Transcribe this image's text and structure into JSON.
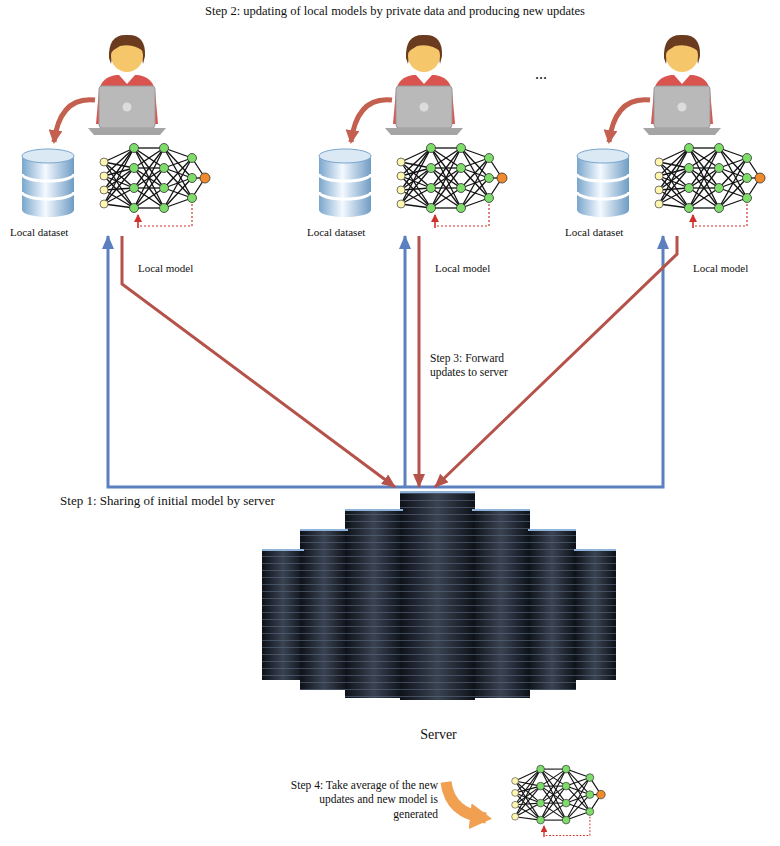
{
  "diagram": {
    "nodes": [
      {
        "text": [
          "Local dataset",
          "Local model"
        ]
      },
      {
        "text": [
          "Local dataset",
          "Local model"
        ]
      },
      {
        "text": [
          "Local dataset",
          "Local model"
        ]
      },
      {
        "text": [
          "Server"
        ]
      }
    ],
    "edges": [
      {
        "from": 3,
        "to": 0,
        "arrow": "to"
      },
      {
        "from": 3,
        "to": 1,
        "arrow": "to"
      },
      {
        "from": 3,
        "to": 2,
        "arrow": "to"
      },
      {
        "from": 0,
        "to": 3,
        "arrow": "to"
      },
      {
        "from": 1,
        "to": 3,
        "label": "Step 3: Forward updates to server",
        "arrow": "to"
      },
      {
        "from": 2,
        "to": 3,
        "arrow": "to"
      }
    ],
    "labels": [
      "Step 2: updating of local models by private data and producing new updates",
      "...",
      "Step 1: Sharing of initial model by server",
      "Step 4: Take average of the new updates and new model is generated"
    ]
  }
}
